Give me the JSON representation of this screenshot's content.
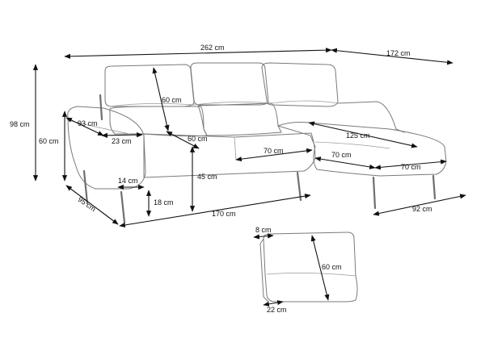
{
  "dimensions": [
    {
      "id": "total-width",
      "text": "262 cm"
    },
    {
      "id": "chaise-depth-total",
      "text": "172 cm"
    },
    {
      "id": "total-height",
      "text": "98 cm"
    },
    {
      "id": "arm-height",
      "text": "60 cm"
    },
    {
      "id": "backrest-height",
      "text": "60 cm"
    },
    {
      "id": "arm-depth",
      "text": "93 cm"
    },
    {
      "id": "arm-width",
      "text": "23 cm"
    },
    {
      "id": "seat-cushion-depth",
      "text": "60 cm"
    },
    {
      "id": "chaise-length",
      "text": "125 cm"
    },
    {
      "id": "seat-width",
      "text": "70 cm"
    },
    {
      "id": "chaise-seat-width",
      "text": "70 cm"
    },
    {
      "id": "chaise-front-width",
      "text": "70 cm"
    },
    {
      "id": "leg-inset",
      "text": "14 cm"
    },
    {
      "id": "seat-height",
      "text": "45 cm"
    },
    {
      "id": "leg-height",
      "text": "18 cm"
    },
    {
      "id": "sofa-depth",
      "text": "95 cm"
    },
    {
      "id": "sofa-width",
      "text": "170 cm"
    },
    {
      "id": "chaise-width",
      "text": "92 cm"
    },
    {
      "id": "headrest-thickness",
      "text": "8 cm"
    },
    {
      "id": "headrest-height",
      "text": "60 cm"
    },
    {
      "id": "headrest-depth",
      "text": "22 cm"
    }
  ],
  "colors": {
    "outline": "#7a7a7a",
    "dimension": "#111111",
    "background": "#ffffff"
  }
}
